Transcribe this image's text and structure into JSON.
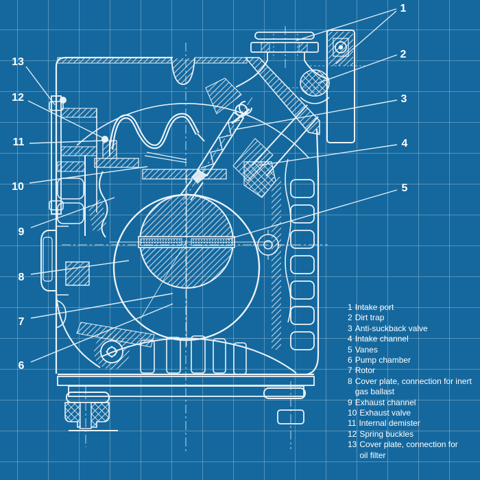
{
  "colors": {
    "background": "#14689E",
    "grid_line": "rgba(255,255,255,0.28)",
    "drawing_line": "#ECF3F8",
    "label_text": "#FFFFFF"
  },
  "callouts": [
    {
      "number": "1"
    },
    {
      "number": "2"
    },
    {
      "number": "3"
    },
    {
      "number": "4"
    },
    {
      "number": "5"
    },
    {
      "number": "6"
    },
    {
      "number": "7"
    },
    {
      "number": "8"
    },
    {
      "number": "9"
    },
    {
      "number": "10"
    },
    {
      "number": "11"
    },
    {
      "number": "12"
    },
    {
      "number": "13"
    }
  ],
  "legend": {
    "items": [
      {
        "num": "1",
        "label": "Intake port"
      },
      {
        "num": "2",
        "label": "Dirt trap"
      },
      {
        "num": "3",
        "label": "Anti-suckback valve"
      },
      {
        "num": "4",
        "label": "Intake channel"
      },
      {
        "num": "5",
        "label": "Vanes"
      },
      {
        "num": "6",
        "label": "Pump chamber"
      },
      {
        "num": "7",
        "label": "Rotor"
      },
      {
        "num": "8",
        "label": "Cover plate, connection for inert\ngas ballast"
      },
      {
        "num": "9",
        "label": "Exhaust channel"
      },
      {
        "num": "10",
        "label": "Exhaust valve"
      },
      {
        "num": "11",
        "label": "Internal demister"
      },
      {
        "num": "12",
        "label": "Spring buckles"
      },
      {
        "num": "13",
        "label": "Cover plate, connection for\noil filter"
      }
    ]
  }
}
